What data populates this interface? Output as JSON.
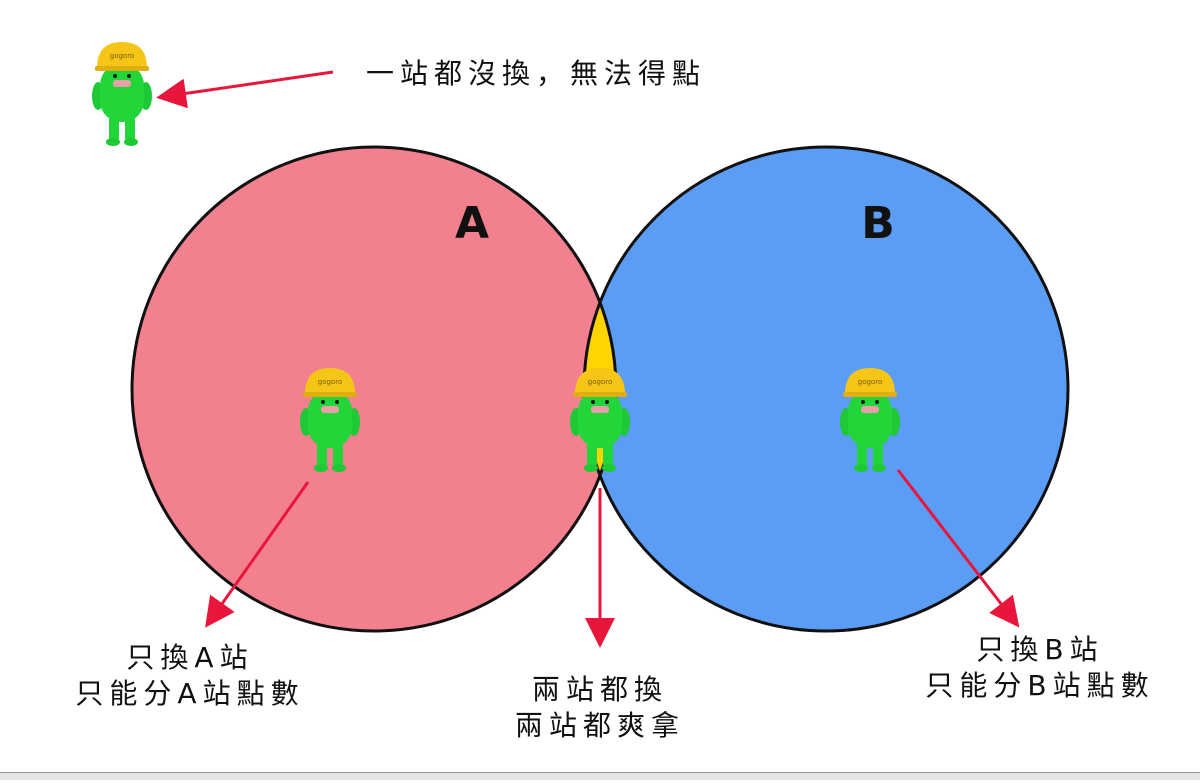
{
  "circles": {
    "a": {
      "letter": "A",
      "color": "#F2808F"
    },
    "b": {
      "letter": "B",
      "color": "#5B9DF5"
    },
    "overlap_color": "#FFD400"
  },
  "mascot": {
    "icon": "green-mascot-helmet-icon",
    "helmet_text": "gogoro",
    "body_color": "#22D63A",
    "helmet_color": "#F5C518"
  },
  "arrow_color": "#E8163C",
  "annotations": {
    "none": {
      "text": "一站都沒換，無法得點"
    },
    "only_a": {
      "line1": "只換A站",
      "line2": "只能分A站點數"
    },
    "both": {
      "line1": "兩站都換",
      "line2": "兩站都爽拿"
    },
    "only_b": {
      "line1": "只換B站",
      "line2": "只能分B站點數"
    }
  }
}
